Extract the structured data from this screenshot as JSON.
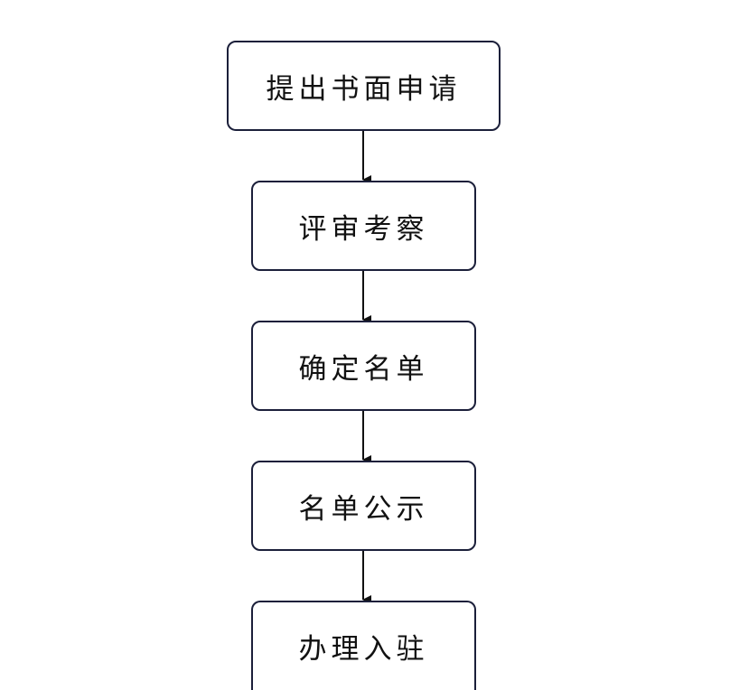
{
  "flowchart": {
    "steps": [
      {
        "label": "提出书面申请"
      },
      {
        "label": "评审考察"
      },
      {
        "label": "确定名单"
      },
      {
        "label": "名单公示"
      },
      {
        "label": "办理入驻"
      }
    ]
  },
  "colors": {
    "box_border": "#1b1f3a",
    "arrow": "#111111",
    "text": "#111111",
    "background": "#ffffff"
  }
}
